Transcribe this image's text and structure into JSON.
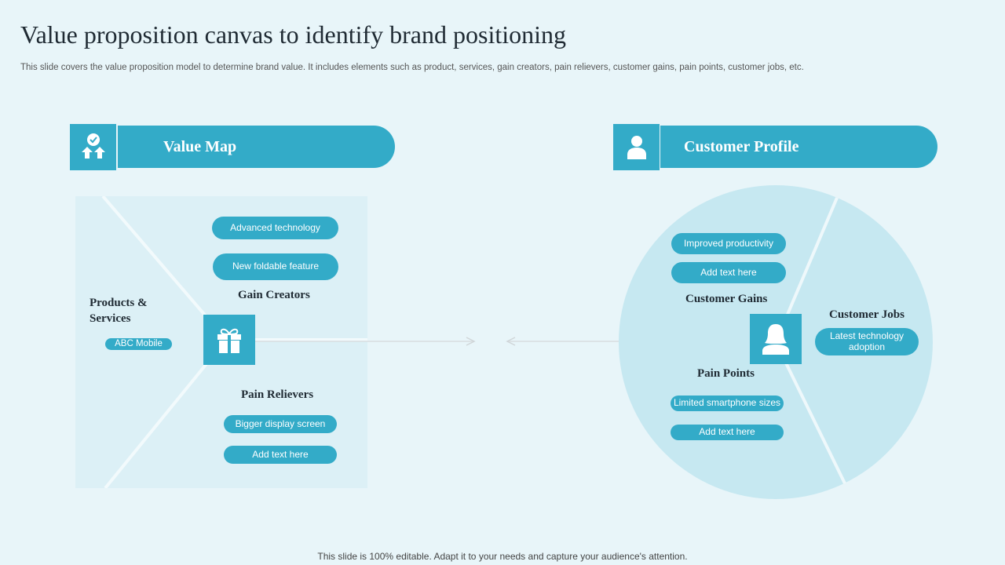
{
  "title": "Value proposition  canvas to identify  brand positioning",
  "subtitle": "This slide covers the value proposition model to determine brand value. It includes elements such as product, services, gain creators, pain relievers, customer gains, pain points, customer jobs, etc.",
  "value_map": {
    "header": "Value Map",
    "products_label": "Products &\nServices",
    "products_item": "ABC Mobile",
    "gain_creators_label": "Gain Creators",
    "gain_creators_items": [
      "Advanced technology",
      "New foldable feature"
    ],
    "pain_relievers_label": "Pain Relievers",
    "pain_relievers_items": [
      "Bigger display screen",
      "Add text here"
    ]
  },
  "customer_profile": {
    "header": "Customer Profile",
    "gains_label": "Customer Gains",
    "gains_items": [
      "Improved productivity",
      "Add text here"
    ],
    "jobs_label": "Customer Jobs",
    "jobs_item": "Latest technology adoption",
    "pain_points_label": "Pain Points",
    "pain_points_items": [
      "Limited smartphone sizes",
      "Add text here"
    ]
  },
  "footer": "This slide is 100% editable. Adapt it to your needs and capture your audience's attention.",
  "colors": {
    "accent": "#33abc8",
    "panel": "#dcf0f6",
    "circle": "#c6e8f1",
    "background": "#e8f5f9"
  }
}
